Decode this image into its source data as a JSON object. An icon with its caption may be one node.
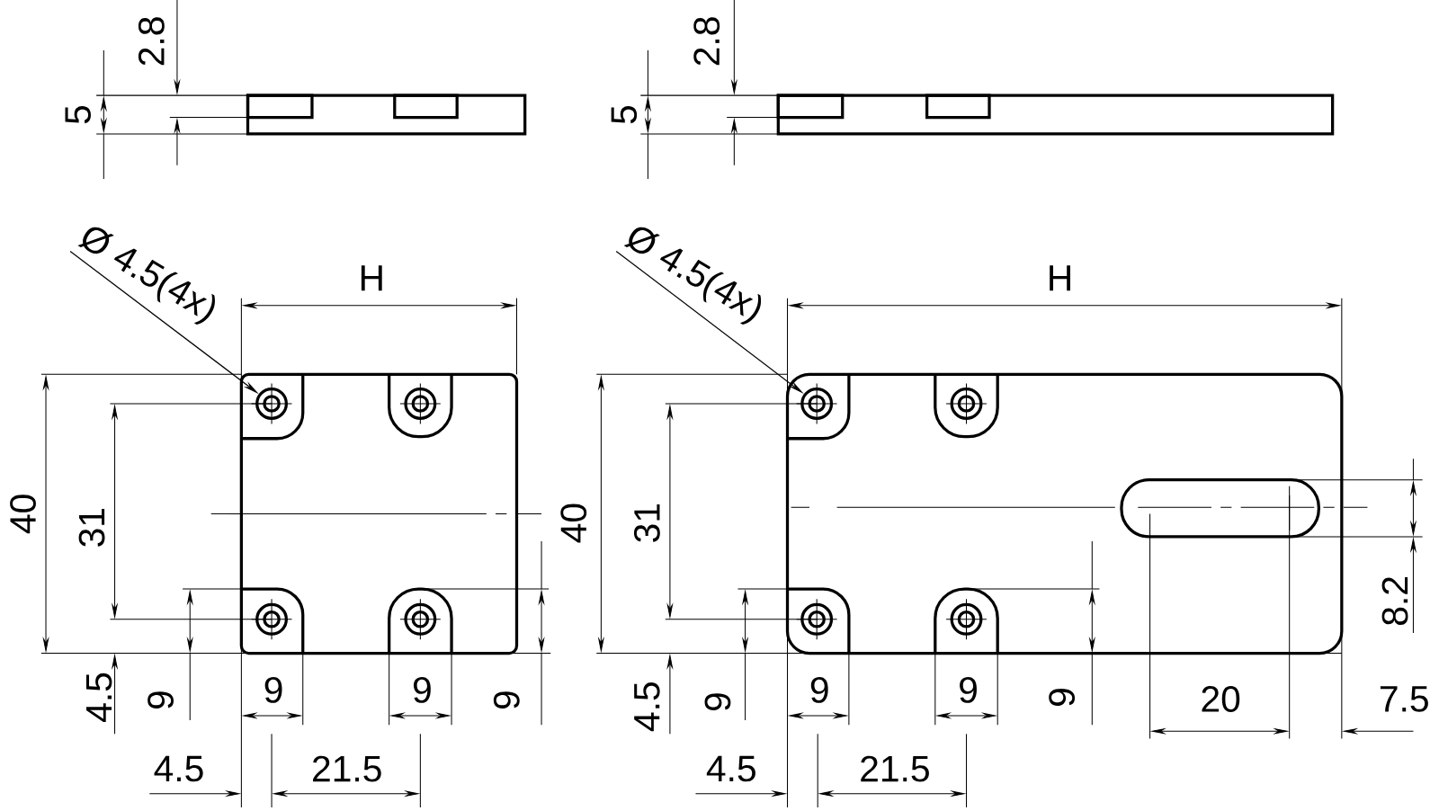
{
  "diagram": {
    "nodes": [
      {
        "text": [
          "Ø 4.5(4x)"
        ]
      },
      {
        "text": [],
        "shape": "circle"
      },
      {
        "text": [
          "Ø 4.5(4x)"
        ]
      },
      {
        "text": [],
        "shape": "circle"
      }
    ],
    "edges": [
      {
        "from": 0,
        "to": 1,
        "arrow": "to"
      },
      {
        "from": 2,
        "to": 3,
        "arrow": "to"
      }
    ],
    "labels": [
      "2.8",
      "2.8",
      "5",
      "5",
      "H",
      "H",
      "40",
      "31",
      "40",
      "31",
      "8.2",
      "4.5",
      "9",
      "9",
      "9",
      "9",
      "4.5",
      "9",
      "9",
      "9",
      "9",
      "20",
      "7.5",
      "4.5",
      "21.5",
      "4.5",
      "21.5"
    ]
  }
}
